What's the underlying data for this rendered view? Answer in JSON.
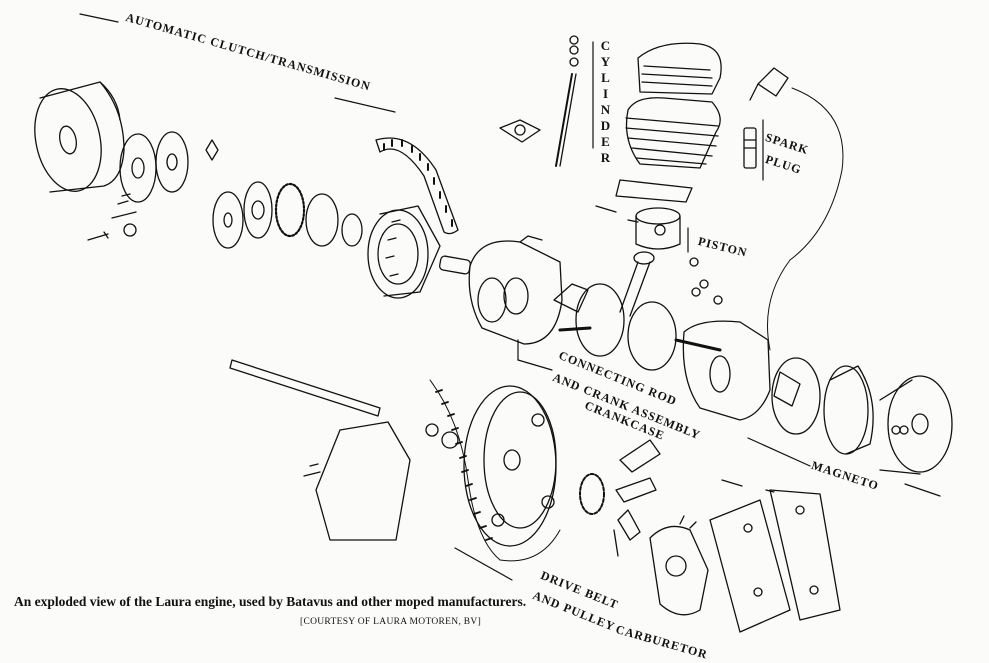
{
  "labels": {
    "clutch": "AUTOMATIC CLUTCH/TRANSMISSION",
    "cylinder": "CYLINDER",
    "spark_line1": "SPARK",
    "spark_line2": "PLUG",
    "piston": "PISTON",
    "conrod_line1": "CONNECTING ROD",
    "conrod_line2": "AND CRANK ASSEMBLY",
    "crankcase": "CRANKCASE",
    "magneto": "MAGNETO",
    "drive_line1": "DRIVE BELT",
    "drive_line2": "AND PULLEY",
    "carburetor": "CARBURETOR"
  },
  "caption": "An exploded view of the Laura engine, used by Batavus and other moped manufacturers.",
  "credit": "[COURTESY OF LAURA MOTOREN, BV]"
}
